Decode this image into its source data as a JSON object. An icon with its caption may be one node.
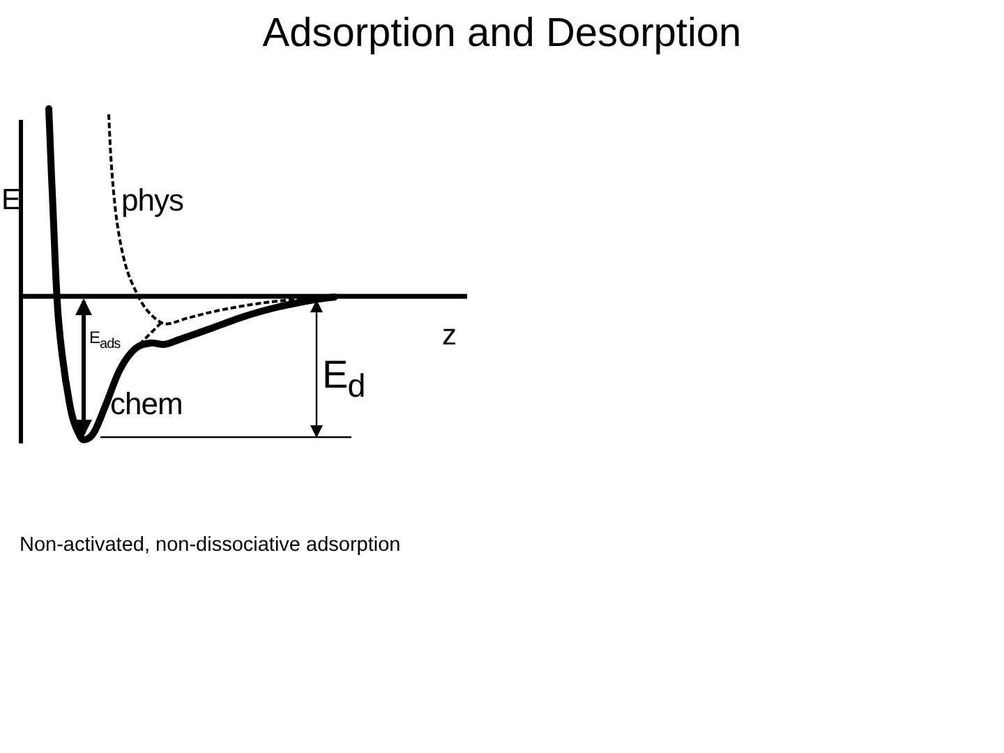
{
  "diagram": {
    "title": "Adsorption and Desorption",
    "caption": "Non-activated, non-dissociative adsorption",
    "labels": [
      "E",
      "phys",
      "z",
      "E$_{ads}$",
      "E$_{d}$",
      "chem"
    ]
  }
}
